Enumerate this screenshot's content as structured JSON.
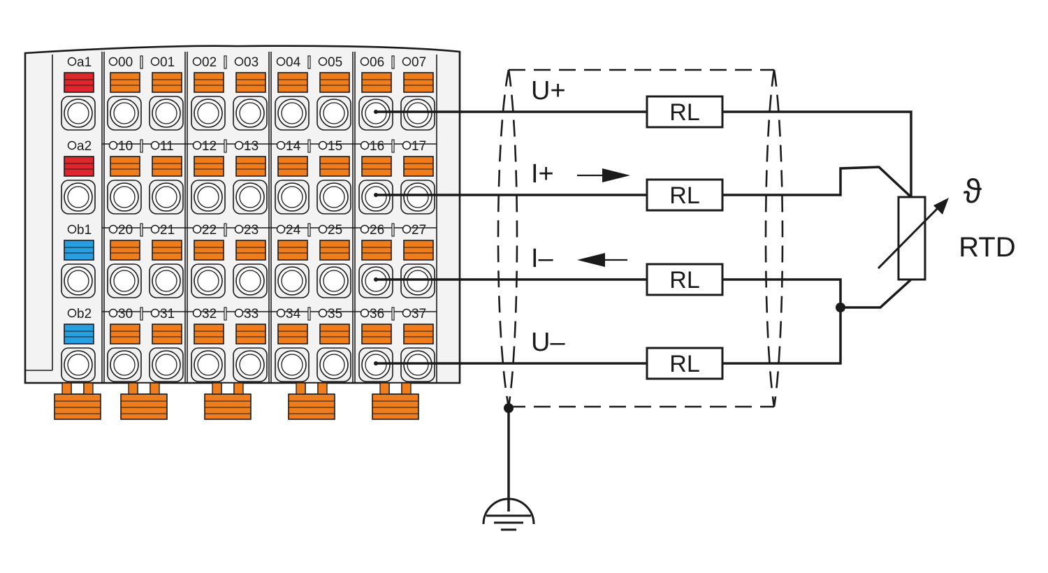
{
  "terminal_block": {
    "left_column": {
      "rows": [
        {
          "label": "a1",
          "color": "#e0262d"
        },
        {
          "label": "a2",
          "color": "#e0262d"
        },
        {
          "label": "b1",
          "color": "#2a9fe0"
        },
        {
          "label": "b2",
          "color": "#2a9fe0"
        }
      ]
    },
    "rows": [
      {
        "labels": [
          "00",
          "01",
          "02",
          "03",
          "04",
          "05",
          "06",
          "07"
        ]
      },
      {
        "labels": [
          "10",
          "11",
          "12",
          "13",
          "14",
          "15",
          "16",
          "17"
        ]
      },
      {
        "labels": [
          "20",
          "21",
          "22",
          "23",
          "24",
          "25",
          "26",
          "27"
        ]
      },
      {
        "labels": [
          "30",
          "31",
          "32",
          "33",
          "34",
          "35",
          "36",
          "37"
        ]
      }
    ],
    "colors": {
      "lever": "#ee7d1e",
      "housing": "#f0f0f0",
      "outline": "#1a1a1a"
    }
  },
  "wires": [
    {
      "signal": "U+",
      "resistor": "RL"
    },
    {
      "signal": "I+",
      "resistor": "RL",
      "arrow": "right"
    },
    {
      "signal": "I–",
      "resistor": "RL",
      "arrow": "left"
    },
    {
      "signal": "U–",
      "resistor": "RL"
    }
  ],
  "sensor": {
    "symbol": "ϑ",
    "label": "RTD"
  },
  "ground": {
    "icon": "ground-icon"
  }
}
